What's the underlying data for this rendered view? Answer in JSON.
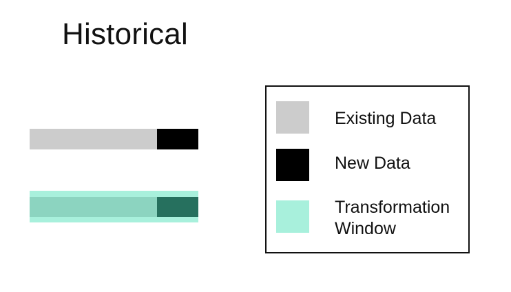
{
  "title": "Historical",
  "colors": {
    "existing_data": "#cccccc",
    "new_data": "#000000",
    "transformation_window": "#a8f0dc",
    "existing_data_in_window": "#8cd4c0",
    "new_data_in_window": "#26705e",
    "legend_border": "#111111"
  },
  "legend": {
    "items": [
      {
        "label": "Existing Data"
      },
      {
        "label": "New Data"
      },
      {
        "label": "Transformation Window",
        "label_lines": [
          "Transformation",
          "Window"
        ]
      }
    ]
  }
}
